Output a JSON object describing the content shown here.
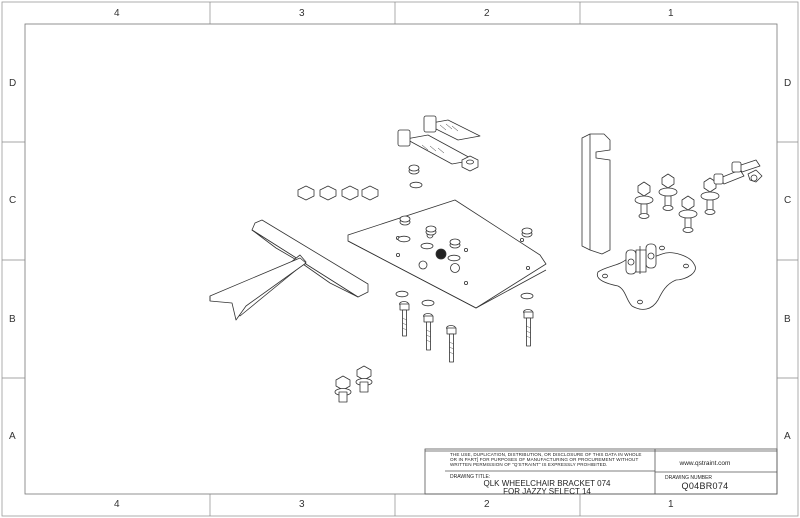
{
  "zones": {
    "top": [
      "4",
      "3",
      "2",
      "1"
    ],
    "bottom": [
      "4",
      "3",
      "2",
      "1"
    ],
    "left": [
      "D",
      "C",
      "B",
      "A"
    ],
    "right": [
      "D",
      "C",
      "B",
      "A"
    ]
  },
  "title_block": {
    "notice": "THE USE, DUPLICATION, DISTRIBUTION, OR DISCLOSURE OF THIS DATA IN WHOLE OR IN PART] FOR PURPOSES OF MANUFACTURING OR PROCUREMENT WITHOUT WRITTEN PERMISSION OF \"Q'STRAINT\" IS EXPRESSLY PROHIBITED.",
    "drawing_title_label": "DRAWING TITLE:",
    "drawing_title_line1": "QLK WHEELCHAIR BRACKET 074",
    "drawing_title_line2": "FOR JAZZY SELECT 14",
    "website": "www.qstraint.com",
    "drawing_number_label": "DRAWING NUMBER",
    "drawing_number": "Q04BR074"
  }
}
